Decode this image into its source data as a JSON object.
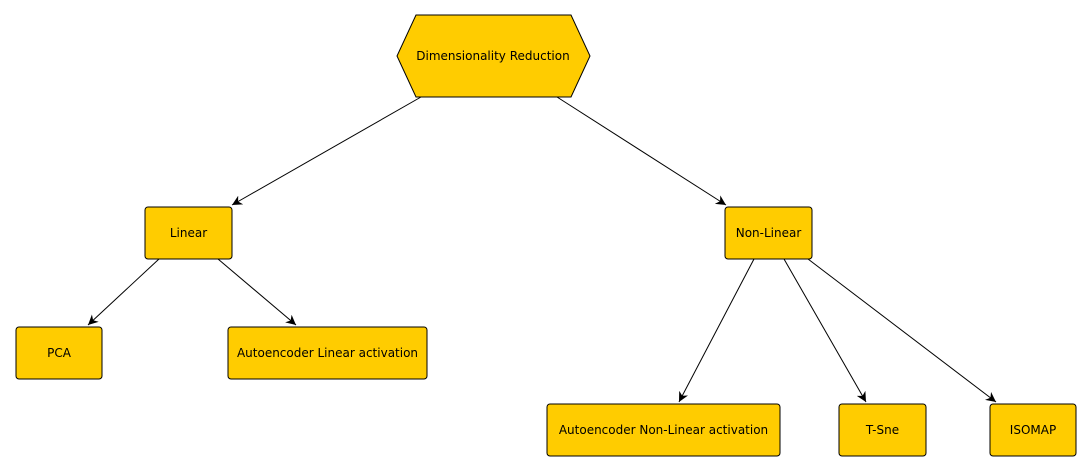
{
  "colors": {
    "node_fill": "#ffcc00",
    "stroke": "#000000",
    "background": "#ffffff"
  },
  "nodes": {
    "root": {
      "label": "Dimensionality Reduction",
      "shape": "hexagon"
    },
    "linear": {
      "label": "Linear",
      "shape": "rounded-rectangle"
    },
    "nonlinear": {
      "label": "Non-Linear",
      "shape": "rounded-rectangle"
    },
    "pca": {
      "label": "PCA",
      "shape": "rounded-rectangle"
    },
    "ae_linear": {
      "label": "Autoencoder Linear activation",
      "shape": "rounded-rectangle"
    },
    "ae_nonlinear": {
      "label": "Autoencoder Non-Linear activation",
      "shape": "rounded-rectangle"
    },
    "tsne": {
      "label": "T-Sne",
      "shape": "rounded-rectangle"
    },
    "isomap": {
      "label": "ISOMAP",
      "shape": "rounded-rectangle"
    }
  },
  "edges": [
    {
      "from": "root",
      "to": "linear"
    },
    {
      "from": "root",
      "to": "nonlinear"
    },
    {
      "from": "linear",
      "to": "pca"
    },
    {
      "from": "linear",
      "to": "ae_linear"
    },
    {
      "from": "nonlinear",
      "to": "ae_nonlinear"
    },
    {
      "from": "nonlinear",
      "to": "tsne"
    },
    {
      "from": "nonlinear",
      "to": "isomap"
    }
  ]
}
